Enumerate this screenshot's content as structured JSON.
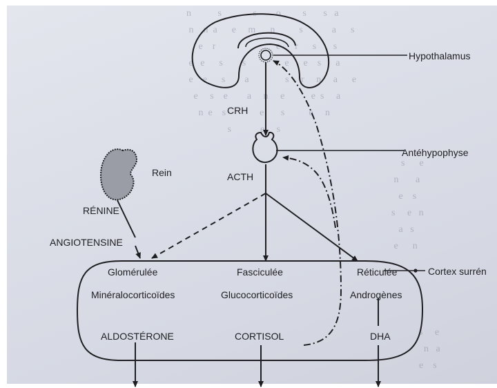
{
  "labels": {
    "hypothalamus": "Hypothalamus",
    "crh": "CRH",
    "antehypophyse": "Antéhypophyse",
    "acth": "ACTH",
    "rein": "Rein",
    "renine": "RÉNINE",
    "angiotensine": "ANGIOTENSINE",
    "cortex": "Cortex surrén",
    "glomerulee": "Glomérulée",
    "fasciculee": "Fasciculée",
    "reticulee": "Réticulée",
    "mineralocorticoides": "Minéralocorticoïdes",
    "glucocorticoides": "Glucocorticoïdes",
    "androgenes": "Androgènes",
    "aldosterone": "ALDOSTÉRONE",
    "cortisol": "CORTISOL",
    "dha": "DHA"
  },
  "colors": {
    "ink": "#1e1e22",
    "paper": "#dcdfe8",
    "bleed_text": "#8e93a3",
    "kidney_fill": "#9a9da6"
  }
}
